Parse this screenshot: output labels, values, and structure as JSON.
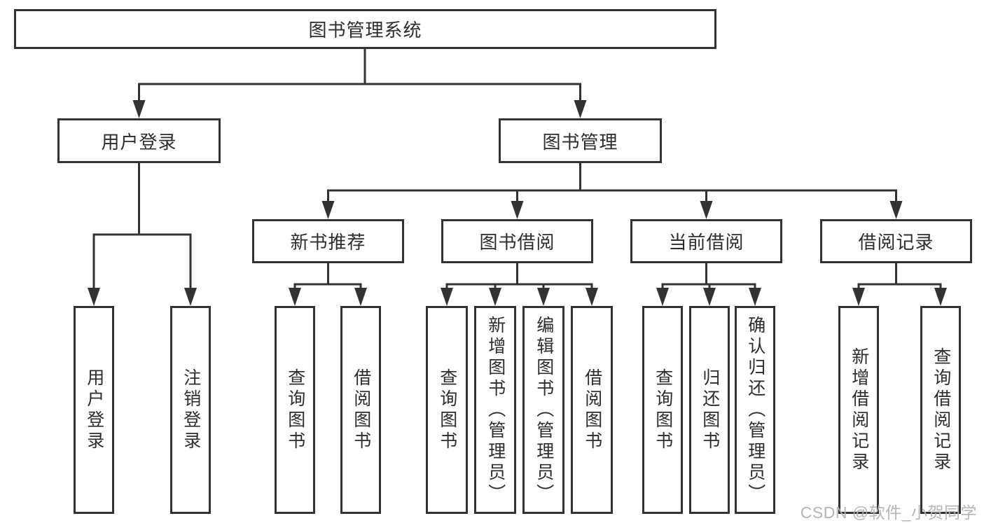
{
  "tree": {
    "label": "图书管理系统",
    "children": [
      {
        "label": "用户登录",
        "children": [
          {
            "label": "用户登录"
          },
          {
            "label": "注销登录"
          }
        ]
      },
      {
        "label": "图书管理",
        "children": [
          {
            "label": "新书推荐",
            "children": [
              {
                "label": "查询图书"
              },
              {
                "label": "借阅图书"
              }
            ]
          },
          {
            "label": "图书借阅",
            "children": [
              {
                "label": "查询图书"
              },
              {
                "label": "新增图书（管理员）"
              },
              {
                "label": "编辑图书（管理员）"
              },
              {
                "label": "借阅图书"
              }
            ]
          },
          {
            "label": "当前借阅",
            "children": [
              {
                "label": "查询图书"
              },
              {
                "label": "归还图书"
              },
              {
                "label": "确认归还（管理员）"
              }
            ]
          },
          {
            "label": "借阅记录",
            "children": [
              {
                "label": "新增借阅记录"
              },
              {
                "label": "查询借阅记录"
              }
            ]
          }
        ]
      }
    ]
  },
  "watermark": {
    "text": "CSDN @软件_小贺同学"
  },
  "colors": {
    "line": "#333333",
    "text": "#2d2d2d",
    "watermark": "#b2b2b2",
    "background": "#ffffff"
  }
}
